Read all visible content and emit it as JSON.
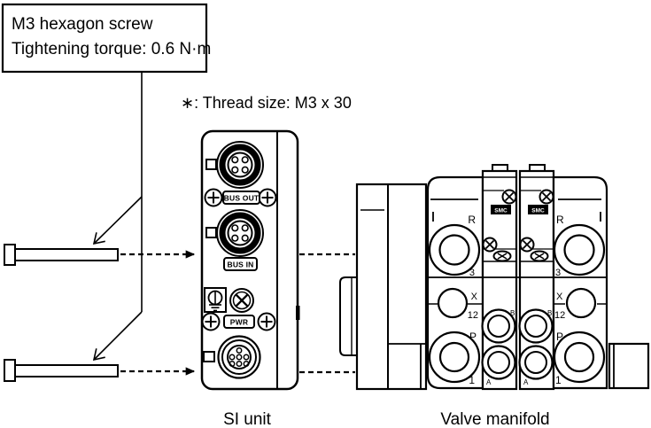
{
  "note_box": {
    "line1": "M3 hexagon screw",
    "line2": "Tightening torque: 0.6 N·m"
  },
  "thread_note": "∗: Thread size: M3 x 30",
  "si_unit": {
    "caption": "SI unit",
    "labels": {
      "bus_out": "BUS OUT",
      "bus_in": "BUS IN",
      "pwr": "PWR"
    }
  },
  "valve_manifold": {
    "caption": "Valve manifold",
    "brand": "SMC",
    "port_labels": {
      "r": "R",
      "three": "3",
      "x": "X",
      "twelve": "12",
      "p": "P",
      "one": "1",
      "b": "B",
      "a": "A"
    }
  }
}
